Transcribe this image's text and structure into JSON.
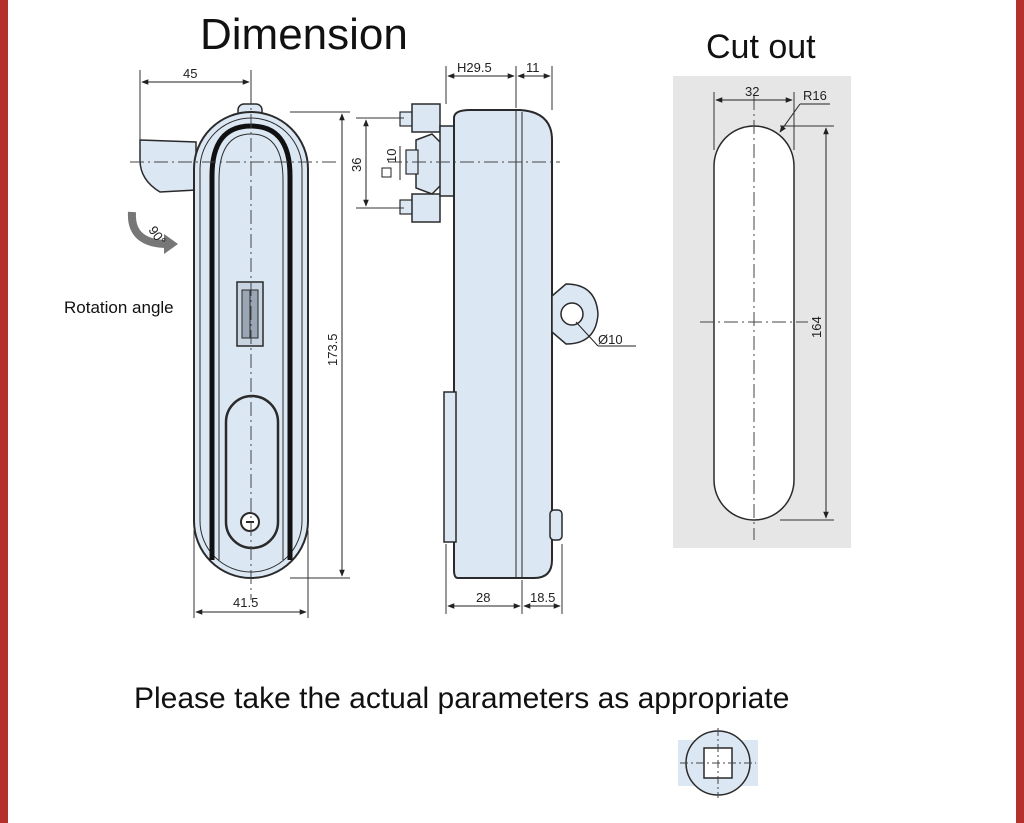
{
  "headings": {
    "dimension": "Dimension",
    "cut_out": "Cut out",
    "rotation_angle": "Rotation angle",
    "note": "Please take the actual parameters as appropriate"
  },
  "front_view": {
    "width_top": "45",
    "width_bottom": "41.5",
    "height": "173.5",
    "rotation": "90°"
  },
  "side_view": {
    "depth_top": "H29.5",
    "depth_top_right": "11",
    "square_size": "10",
    "spacing": "36",
    "hole": "Ø10",
    "depth_bottom": "28",
    "depth_bottom_right": "18.5"
  },
  "cut_out": {
    "width": "32",
    "radius": "R16",
    "height": "164"
  },
  "colors": {
    "border": "#b5302a",
    "part_fill": "#dce7f4",
    "line": "#2a2a2a",
    "cutout_bg": "#e6e6e6"
  }
}
